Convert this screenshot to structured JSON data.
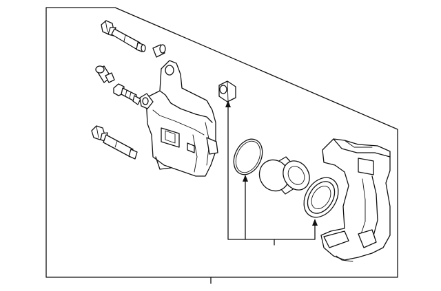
{
  "diagram": {
    "type": "exploded-parts-illustration",
    "subject": "disc-brake-caliper-assembly",
    "labels": [],
    "colors": {
      "line": "#111111",
      "background": "#ffffff"
    },
    "parts": [
      "guide-pin-bolt-upper",
      "pin-boot-upper",
      "pin-boot-lower",
      "bleeder-screw",
      "guide-pin-bolt-lower",
      "caliper-housing",
      "dust-cap",
      "piston-seal",
      "piston",
      "piston-boot",
      "caliper-bracket"
    ]
  }
}
